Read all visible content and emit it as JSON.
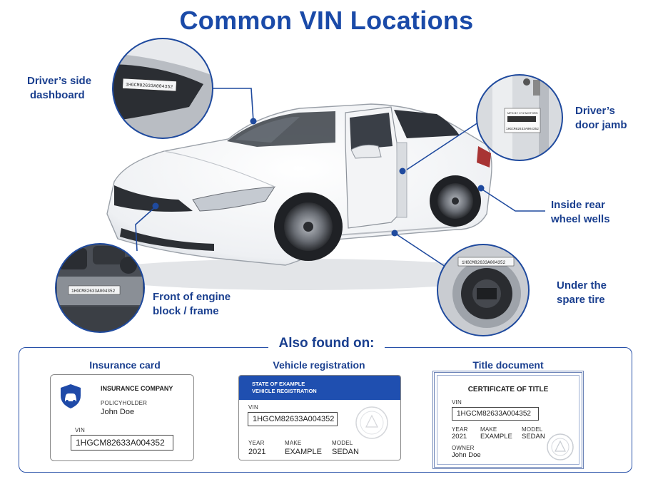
{
  "title": "Common VIN Locations",
  "vin": "1HGCM82633A004352",
  "door_sticker_text": "MFD BY XYZ MOTORS",
  "callouts": {
    "dashboard": [
      "Driver’s side",
      "dashboard"
    ],
    "door_jamb": [
      "Driver’s",
      "door jamb"
    ],
    "wheel_wells": [
      "Inside rear",
      "wheel wells"
    ],
    "engine": [
      "Front of engine",
      "block / frame"
    ],
    "spare": [
      "Under the",
      "spare tire"
    ]
  },
  "also_found": "Also found on:",
  "insurance": {
    "heading": "Insurance card",
    "company": "INSURANCE COMPANY",
    "holder_label": "POLICYHOLDER",
    "holder": "John Doe",
    "vin_label": "VIN"
  },
  "registration": {
    "heading": "Vehicle registration",
    "header_line1": "STATE OF EXAMPLE",
    "header_line2": "VEHICLE REGISTRATION",
    "vin_label": "VIN",
    "year_label": "YEAR",
    "year": "2021",
    "make_label": "MAKE",
    "make": "EXAMPLE",
    "model_label": "MODEL",
    "model": "SEDAN"
  },
  "title_doc": {
    "heading": "Title document",
    "header": "CERTIFICATE OF TITLE",
    "vin_label": "VIN",
    "year_label": "YEAR",
    "year": "2021",
    "make_label": "MAKE",
    "make": "EXAMPLE",
    "model_label": "MODEL",
    "model": "SEDAN",
    "owner_label": "OWNER",
    "owner": "John Doe"
  },
  "colors": {
    "brand_blue": "#1a4aa8",
    "label_blue": "#1a3f8f",
    "reg_header": "#1f4fb0"
  }
}
